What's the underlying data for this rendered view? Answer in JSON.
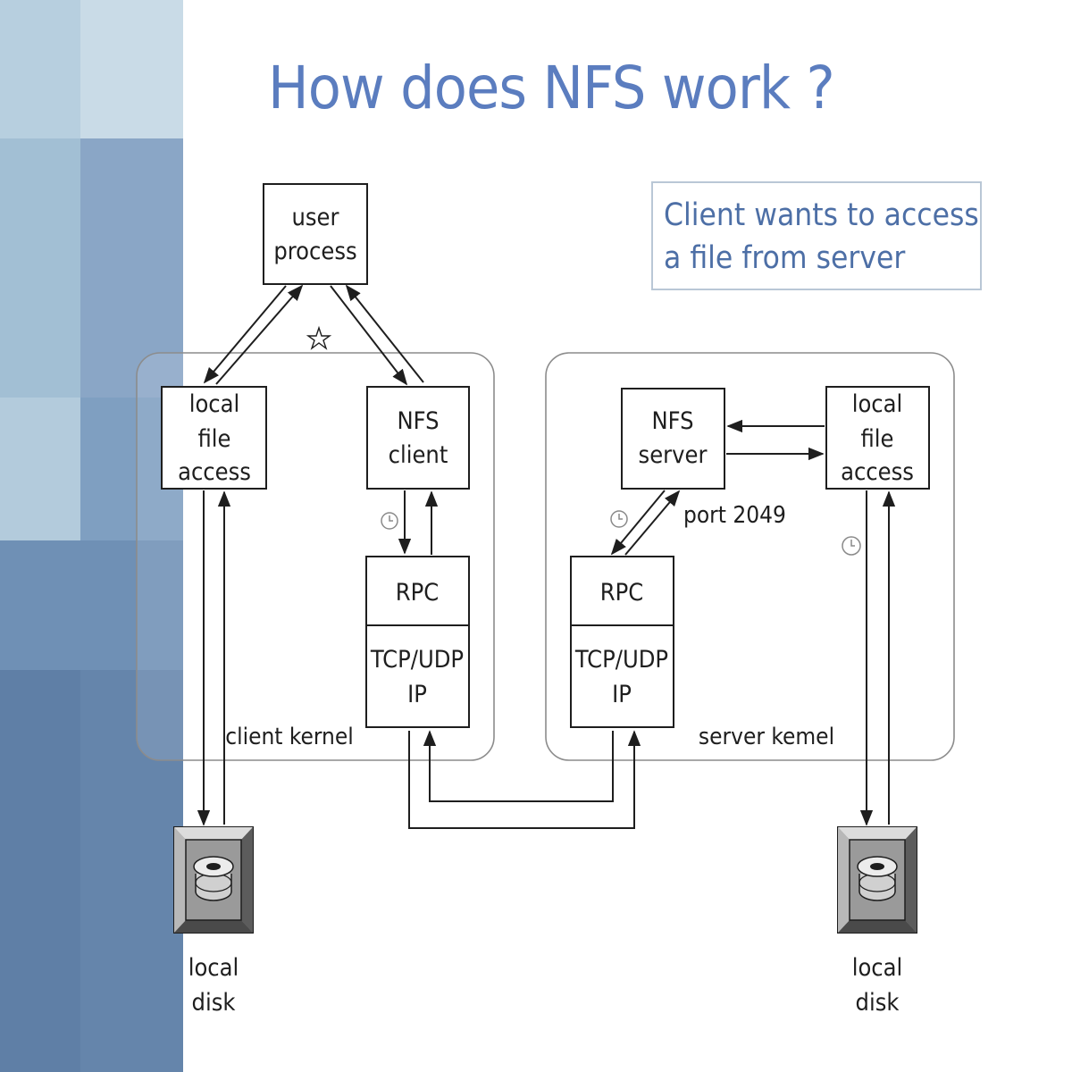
{
  "slide": {
    "title": "How does NFS work ?",
    "callout_lines": [
      "Client wants to access",
      "a file from server"
    ]
  },
  "diagram": {
    "user_process": [
      "user",
      "process"
    ],
    "client_local_file_access": [
      "local",
      "file",
      "access"
    ],
    "nfs_client": [
      "NFS",
      "client"
    ],
    "client_rpc": "RPC",
    "client_transport": [
      "TCP/UDP",
      "IP"
    ],
    "client_kernel_label": "client kernel",
    "nfs_server": [
      "NFS",
      "server"
    ],
    "server_local_file_access": [
      "local",
      "file",
      "access"
    ],
    "server_rpc": "RPC",
    "server_transport": [
      "TCP/UDP",
      "IP"
    ],
    "server_kernel_label": "server kemel",
    "port_label": "port 2049",
    "client_disk_label": [
      "local",
      "disk"
    ],
    "server_disk_label": [
      "local",
      "disk"
    ]
  },
  "colors": {
    "title": "#5b7dbf",
    "callout_text": "#4d6fa6",
    "callout_border": "#b9c7d6",
    "sidebar_light": "#a9c3d6",
    "sidebar_mid": "#7f9fbf",
    "sidebar_dark": "#5a7aa2"
  }
}
